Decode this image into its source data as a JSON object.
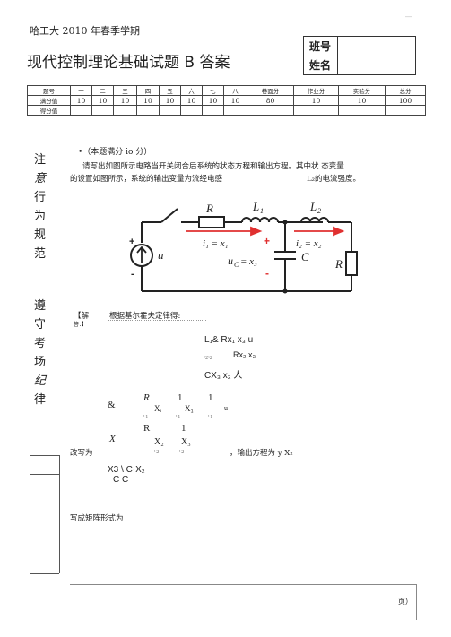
{
  "header": {
    "school_term": "哈工大 2010 年春季学期",
    "title": "现代控制理论基础试题 B 答案",
    "top_right_mark": "—",
    "id_label": "班号",
    "name_label": "姓名"
  },
  "score_table": {
    "headers": [
      "题号",
      "一",
      "二",
      "三",
      "四",
      "五",
      "六",
      "七",
      "八",
      "卷面分",
      "作业分",
      "实验分",
      "总分"
    ],
    "full_label": "满分值",
    "full_values": [
      "10",
      "10",
      "10",
      "10",
      "10",
      "10",
      "10",
      "10",
      "80",
      "10",
      "10",
      "100"
    ],
    "got_label": "得分值"
  },
  "side_notice": [
    "注",
    "意",
    "行",
    "为",
    "规",
    "范",
    "遵",
    "守",
    "考",
    "场",
    "纪",
    "律"
  ],
  "question": {
    "heading": "一•（本题满分 io 分）",
    "line1": "请写出如图所示电路当开关闭合后系统的状态方程和输出方程。其中状  态变量",
    "line2a": "的设置如图所示，系统的输出变量为流经电感",
    "line2b": "L₂的电流强度。"
  },
  "circuit": {
    "R": "R",
    "L1": "L",
    "L1_sub": "1",
    "L2": "L",
    "L2_sub": "2",
    "i1": "i₁ = x₁",
    "i2": "i₂ = x₂",
    "uC": "u",
    "uC_sub": "C",
    "x3": "= x₃",
    "C": "C",
    "R2": "R",
    "u": "u",
    "plus": "+",
    "minus": "-",
    "plus2": "+",
    "minus2": "-"
  },
  "solution": {
    "intro_a": "【解",
    "intro_b": "答：】",
    "intro_c": "根据基尔霍夫定律得:",
    "eq1": "L₁&      Rx₁ x₃  u",
    "eq2_sub": "ᵗ2ˣ2",
    "eq2": "Rx₂  x₃",
    "eq3": "CX₃   x₂    人",
    "m_R": "R",
    "m_one1": "1",
    "m_one2": "1",
    "m_amp": "&",
    "m_x1": "Xᵢ",
    "m_x3": "X₃",
    "m_u": "u",
    "m_l1a": "ᴸ1",
    "m_l1b": "ᴸ1",
    "m_l1c": "ᴸ1",
    "m_R2": "R",
    "m_one3": "1",
    "m_X": "X",
    "m_x2": "X₂",
    "m_x3b": "X₃",
    "m_l2a": "ᴸ2",
    "m_l2b": "ᴸ2",
    "rewrite": "改写为",
    "output_eq": "，输出方程为 y X₂",
    "eq_c1": "X3 \\ C·X₂",
    "eq_c2": "C C",
    "matrix_form": "写成矩阵形式为"
  },
  "footer": {
    "page": "页）"
  }
}
